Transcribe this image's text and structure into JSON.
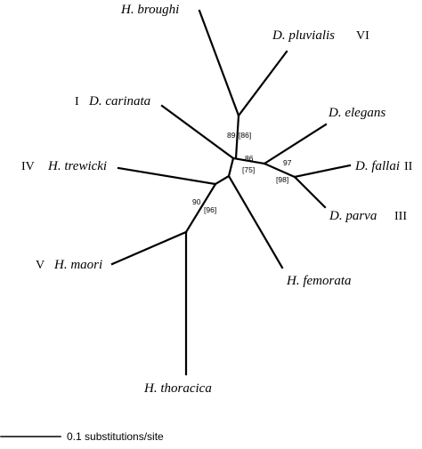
{
  "taxa": {
    "h_broughi": "H. broughi",
    "d_pluvialis": "D. pluvialis",
    "d_carinata": "D. carinata",
    "d_elegans": "D. elegans",
    "h_trewicki": "H. trewicki",
    "d_fallai": "D. fallai",
    "d_parva": "D. parva",
    "h_maori": "H. maori",
    "h_femorata": "H. femorata",
    "h_thoracica": "H. thoracica"
  },
  "clades": {
    "vi": "VI",
    "i": "I",
    "iv": "IV",
    "ii": "II",
    "iii": "III",
    "v": "V"
  },
  "support": {
    "node_a_bootstrap": "89",
    "node_a_bracket": "[86]",
    "node_b_bootstrap": "86",
    "node_b_bracket": "[75]",
    "node_c_bootstrap": "97",
    "node_c_bracket": "[98]",
    "node_d_bootstrap": "90",
    "node_d_bracket": "[96]"
  },
  "scale": {
    "label": "0.1 substitutions/site"
  }
}
